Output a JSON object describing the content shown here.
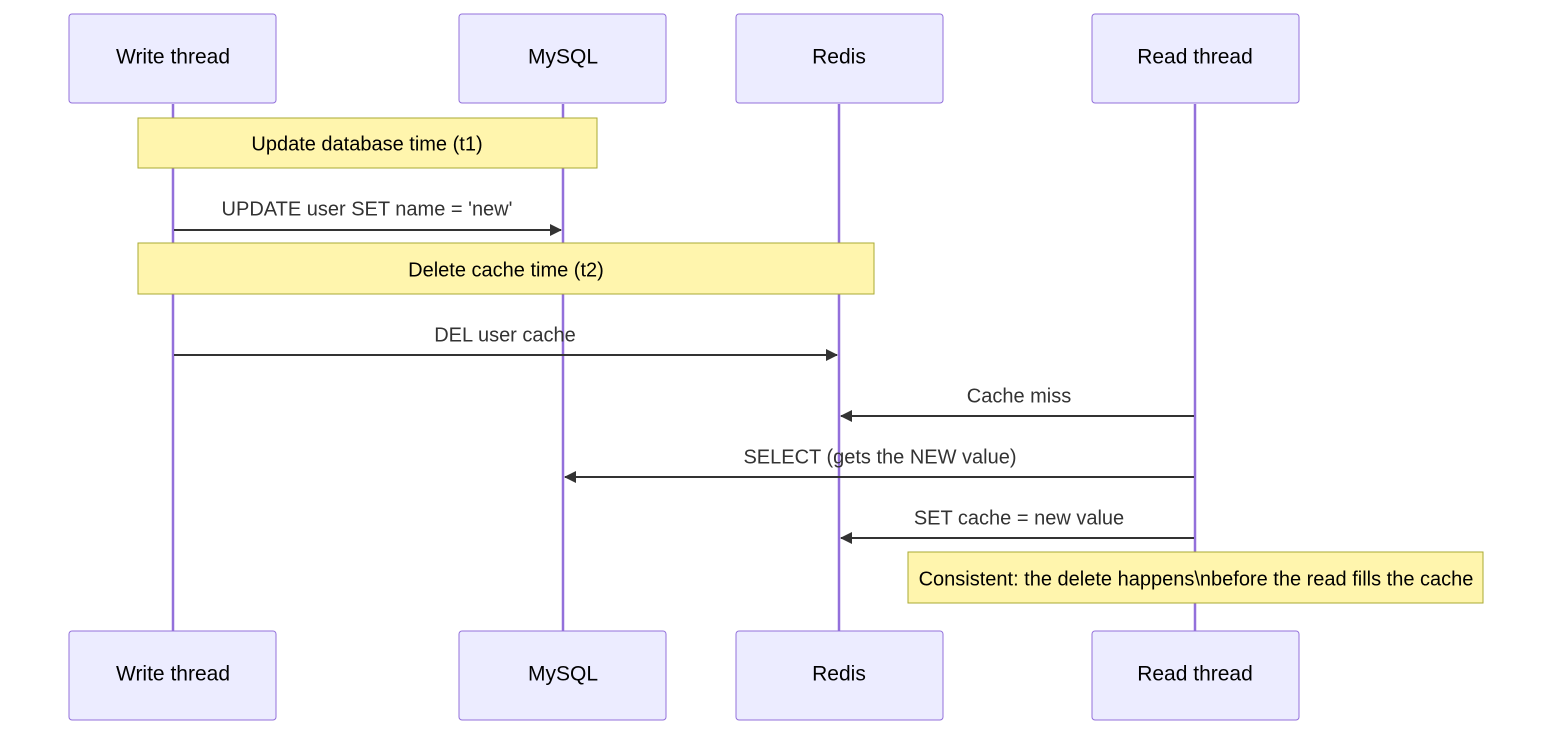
{
  "actors": [
    {
      "id": "write",
      "label": "Write thread"
    },
    {
      "id": "mysql",
      "label": "MySQL"
    },
    {
      "id": "redis",
      "label": "Redis"
    },
    {
      "id": "read",
      "label": "Read thread"
    }
  ],
  "notes": [
    {
      "id": "t1",
      "text": "Update database time (t1)"
    },
    {
      "id": "t2",
      "text": "Delete cache time (t2)"
    },
    {
      "id": "consistent",
      "text": "Consistent: the delete happens\\nbefore the read fills the cache"
    }
  ],
  "messages": [
    {
      "id": "update",
      "from": "write",
      "to": "mysql",
      "label": "UPDATE user SET name = 'new'"
    },
    {
      "id": "del",
      "from": "write",
      "to": "redis",
      "label": "DEL user cache"
    },
    {
      "id": "miss",
      "from": "read",
      "to": "redis",
      "label": "Cache miss"
    },
    {
      "id": "select",
      "from": "read",
      "to": "mysql",
      "label": "SELECT (gets the NEW value)"
    },
    {
      "id": "set",
      "from": "read",
      "to": "redis",
      "label": "SET cache = new value"
    }
  ],
  "colors": {
    "actor_fill": "#ececff",
    "actor_stroke": "#9370db",
    "note_fill": "#fff5ad",
    "note_stroke": "#aaaa33",
    "message": "#333333"
  }
}
